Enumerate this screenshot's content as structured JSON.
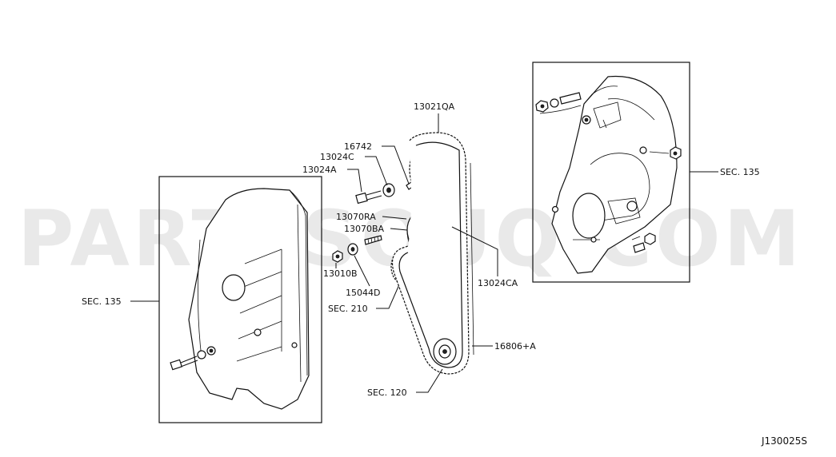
{
  "watermark": "PARTSSOUQ.COM",
  "diagram_code": "J130025S",
  "labels": {
    "p13021QA": "13021QA",
    "p16742": "16742",
    "p13024C": "13024C",
    "p13024A": "13024A",
    "p13070RA": "13070RA",
    "p13070BA": "13070BA",
    "p13010B": "13010B",
    "p15044D": "15044D",
    "sec210": "SEC. 210",
    "p13024CA": "13024CA",
    "p16806A": "16806+A",
    "sec120": "SEC. 120",
    "sec135_left": "SEC. 135",
    "sec135_right": "SEC. 135"
  }
}
